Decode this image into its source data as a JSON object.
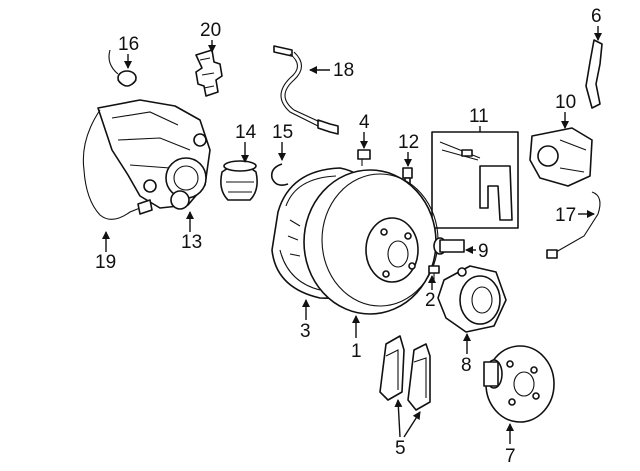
{
  "diagram": {
    "title": "Rear brake / suspension parts diagram",
    "callouts": {
      "c1": "1",
      "c2": "2",
      "c3": "3",
      "c5": "5",
      "c6": "6",
      "c7": "7",
      "c8": "8",
      "c9": "9",
      "c10": "10",
      "c11": "11",
      "c12": "12",
      "c13": "13",
      "c14": "14",
      "c15": "15",
      "c16": "16",
      "c17": "17",
      "c18": "18",
      "c19": "19",
      "c20": "20",
      "c4": "4"
    }
  }
}
